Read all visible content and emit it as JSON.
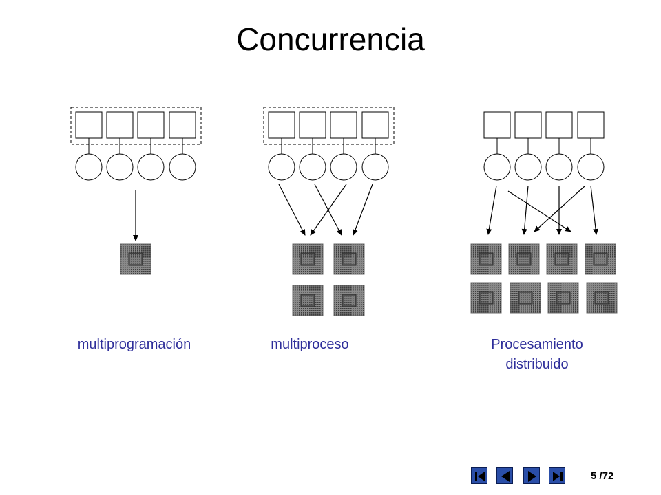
{
  "slide": {
    "title": "Concurrencia",
    "captions": {
      "multiprogramming": "multiprogramación",
      "multiprocess": "multiproceso",
      "distributed_line1": "Procesamiento",
      "distributed_line2": "distribuido"
    }
  },
  "navigation": {
    "buttons": [
      "first-slide",
      "previous-slide",
      "next-slide",
      "last-slide"
    ],
    "page_current": "5",
    "page_total": "/72",
    "button_color": "#2a4ea8"
  },
  "colors": {
    "caption": "#2e2e9a"
  }
}
